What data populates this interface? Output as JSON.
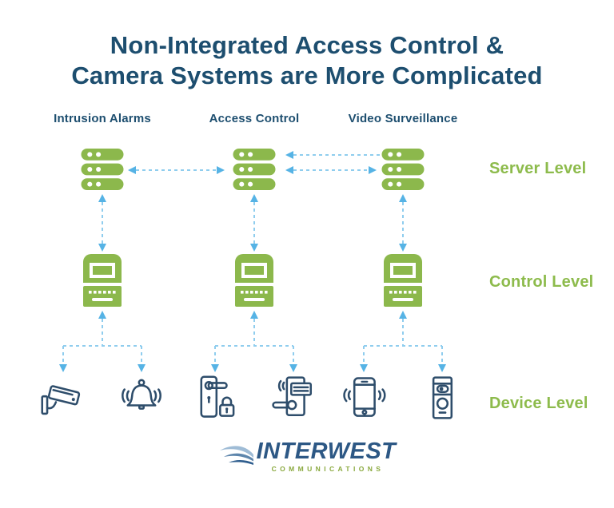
{
  "title": {
    "line1": "Non-Integrated Access Control &",
    "line2": "Camera Systems are More Complicated"
  },
  "columns": [
    {
      "label": "Intrusion Alarms",
      "devices": [
        "cctv-camera",
        "alarm-bell"
      ]
    },
    {
      "label": "Access Control",
      "devices": [
        "door-lock",
        "card-reader"
      ]
    },
    {
      "label": "Video Surveillance",
      "devices": [
        "smartphone",
        "video-doorbell"
      ]
    }
  ],
  "levels": [
    {
      "label": "Server Level"
    },
    {
      "label": "Control Level"
    },
    {
      "label": "Device Level"
    }
  ],
  "logo": {
    "name": "INTERWEST",
    "subtitle": "COMMUNICATIONS"
  },
  "colors": {
    "title_navy": "#1d4e6f",
    "icon_green": "#8cb84c",
    "label_green": "#8dbb4c",
    "arrow_dash": "#8fcdee",
    "arrow_head": "#56b3e5",
    "device_outline": "#2e4d6b",
    "logo_blue": "#2d5885",
    "logo_green": "#8aa93e"
  }
}
